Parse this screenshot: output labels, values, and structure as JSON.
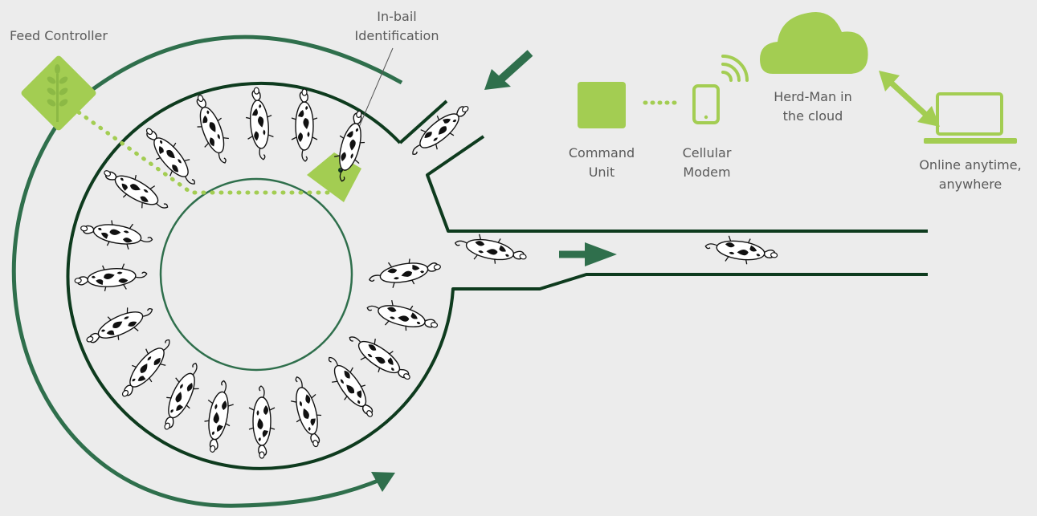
{
  "labels": {
    "feed_controller": "Feed Controller",
    "inbail_line1": "In-bail",
    "inbail_line2": "Identification",
    "command_line1": "Command",
    "command_line2": "Unit",
    "modem_line1": "Cellular",
    "modem_line2": "Modem",
    "cloud_line1": "Herd-Man in",
    "cloud_line2": "the cloud",
    "online_line1": "Online anytime,",
    "online_line2": "anywhere"
  },
  "colors": {
    "dark_green": "#0e3b1e",
    "mid_green": "#2f6f4c",
    "light_green": "#a3cd52",
    "background": "#ececec",
    "label_text": "#5a5a5a"
  },
  "icons": {
    "feed_controller": "wheat-icon",
    "command_unit": "square-unit-icon",
    "modem": "smartphone-icon",
    "signal": "wifi-signal-icon",
    "cloud": "cloud-icon",
    "laptop": "laptop-icon",
    "sync": "double-arrow-icon",
    "cow": "cow-icon"
  }
}
